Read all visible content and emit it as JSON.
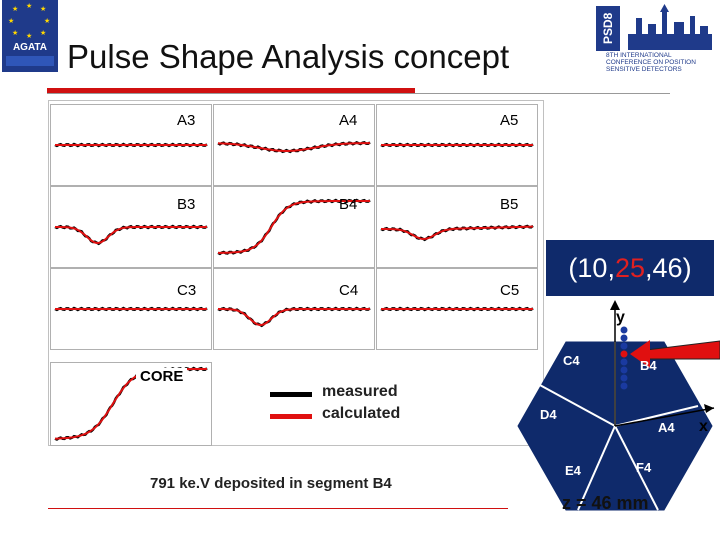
{
  "title": "Pulse Shape Analysis concept",
  "logos": {
    "agata_text": "AGATA",
    "psd_text": "PSD8",
    "conference_text": "8TH INTERNATIONAL CONFERENCE ON POSITION SENSITIVE DETECTORS"
  },
  "panels": [
    {
      "label": "A3"
    },
    {
      "label": "A4"
    },
    {
      "label": "A5"
    },
    {
      "label": "B3"
    },
    {
      "label": "B4"
    },
    {
      "label": "B5"
    },
    {
      "label": "C3"
    },
    {
      "label": "C4"
    },
    {
      "label": "C5"
    },
    {
      "label": "CORE"
    }
  ],
  "legend": {
    "measured_label": "measured",
    "calculated_label": "calculated",
    "measured_color": "#000000",
    "calculated_color": "#e01010"
  },
  "energy_note": "791 ke.V deposited in segment B4",
  "coordinate": {
    "x": "10",
    "y": "25",
    "z": "46",
    "open": "(",
    "sep": ",",
    "close": ")"
  },
  "hexagon": {
    "segments": [
      "C4",
      "B4",
      "D4",
      "A4",
      "E4",
      "F4"
    ],
    "x_label": "x",
    "y_label": "y",
    "z_label": "z = 46 mm",
    "fill_color": "#0f2a6b"
  }
}
